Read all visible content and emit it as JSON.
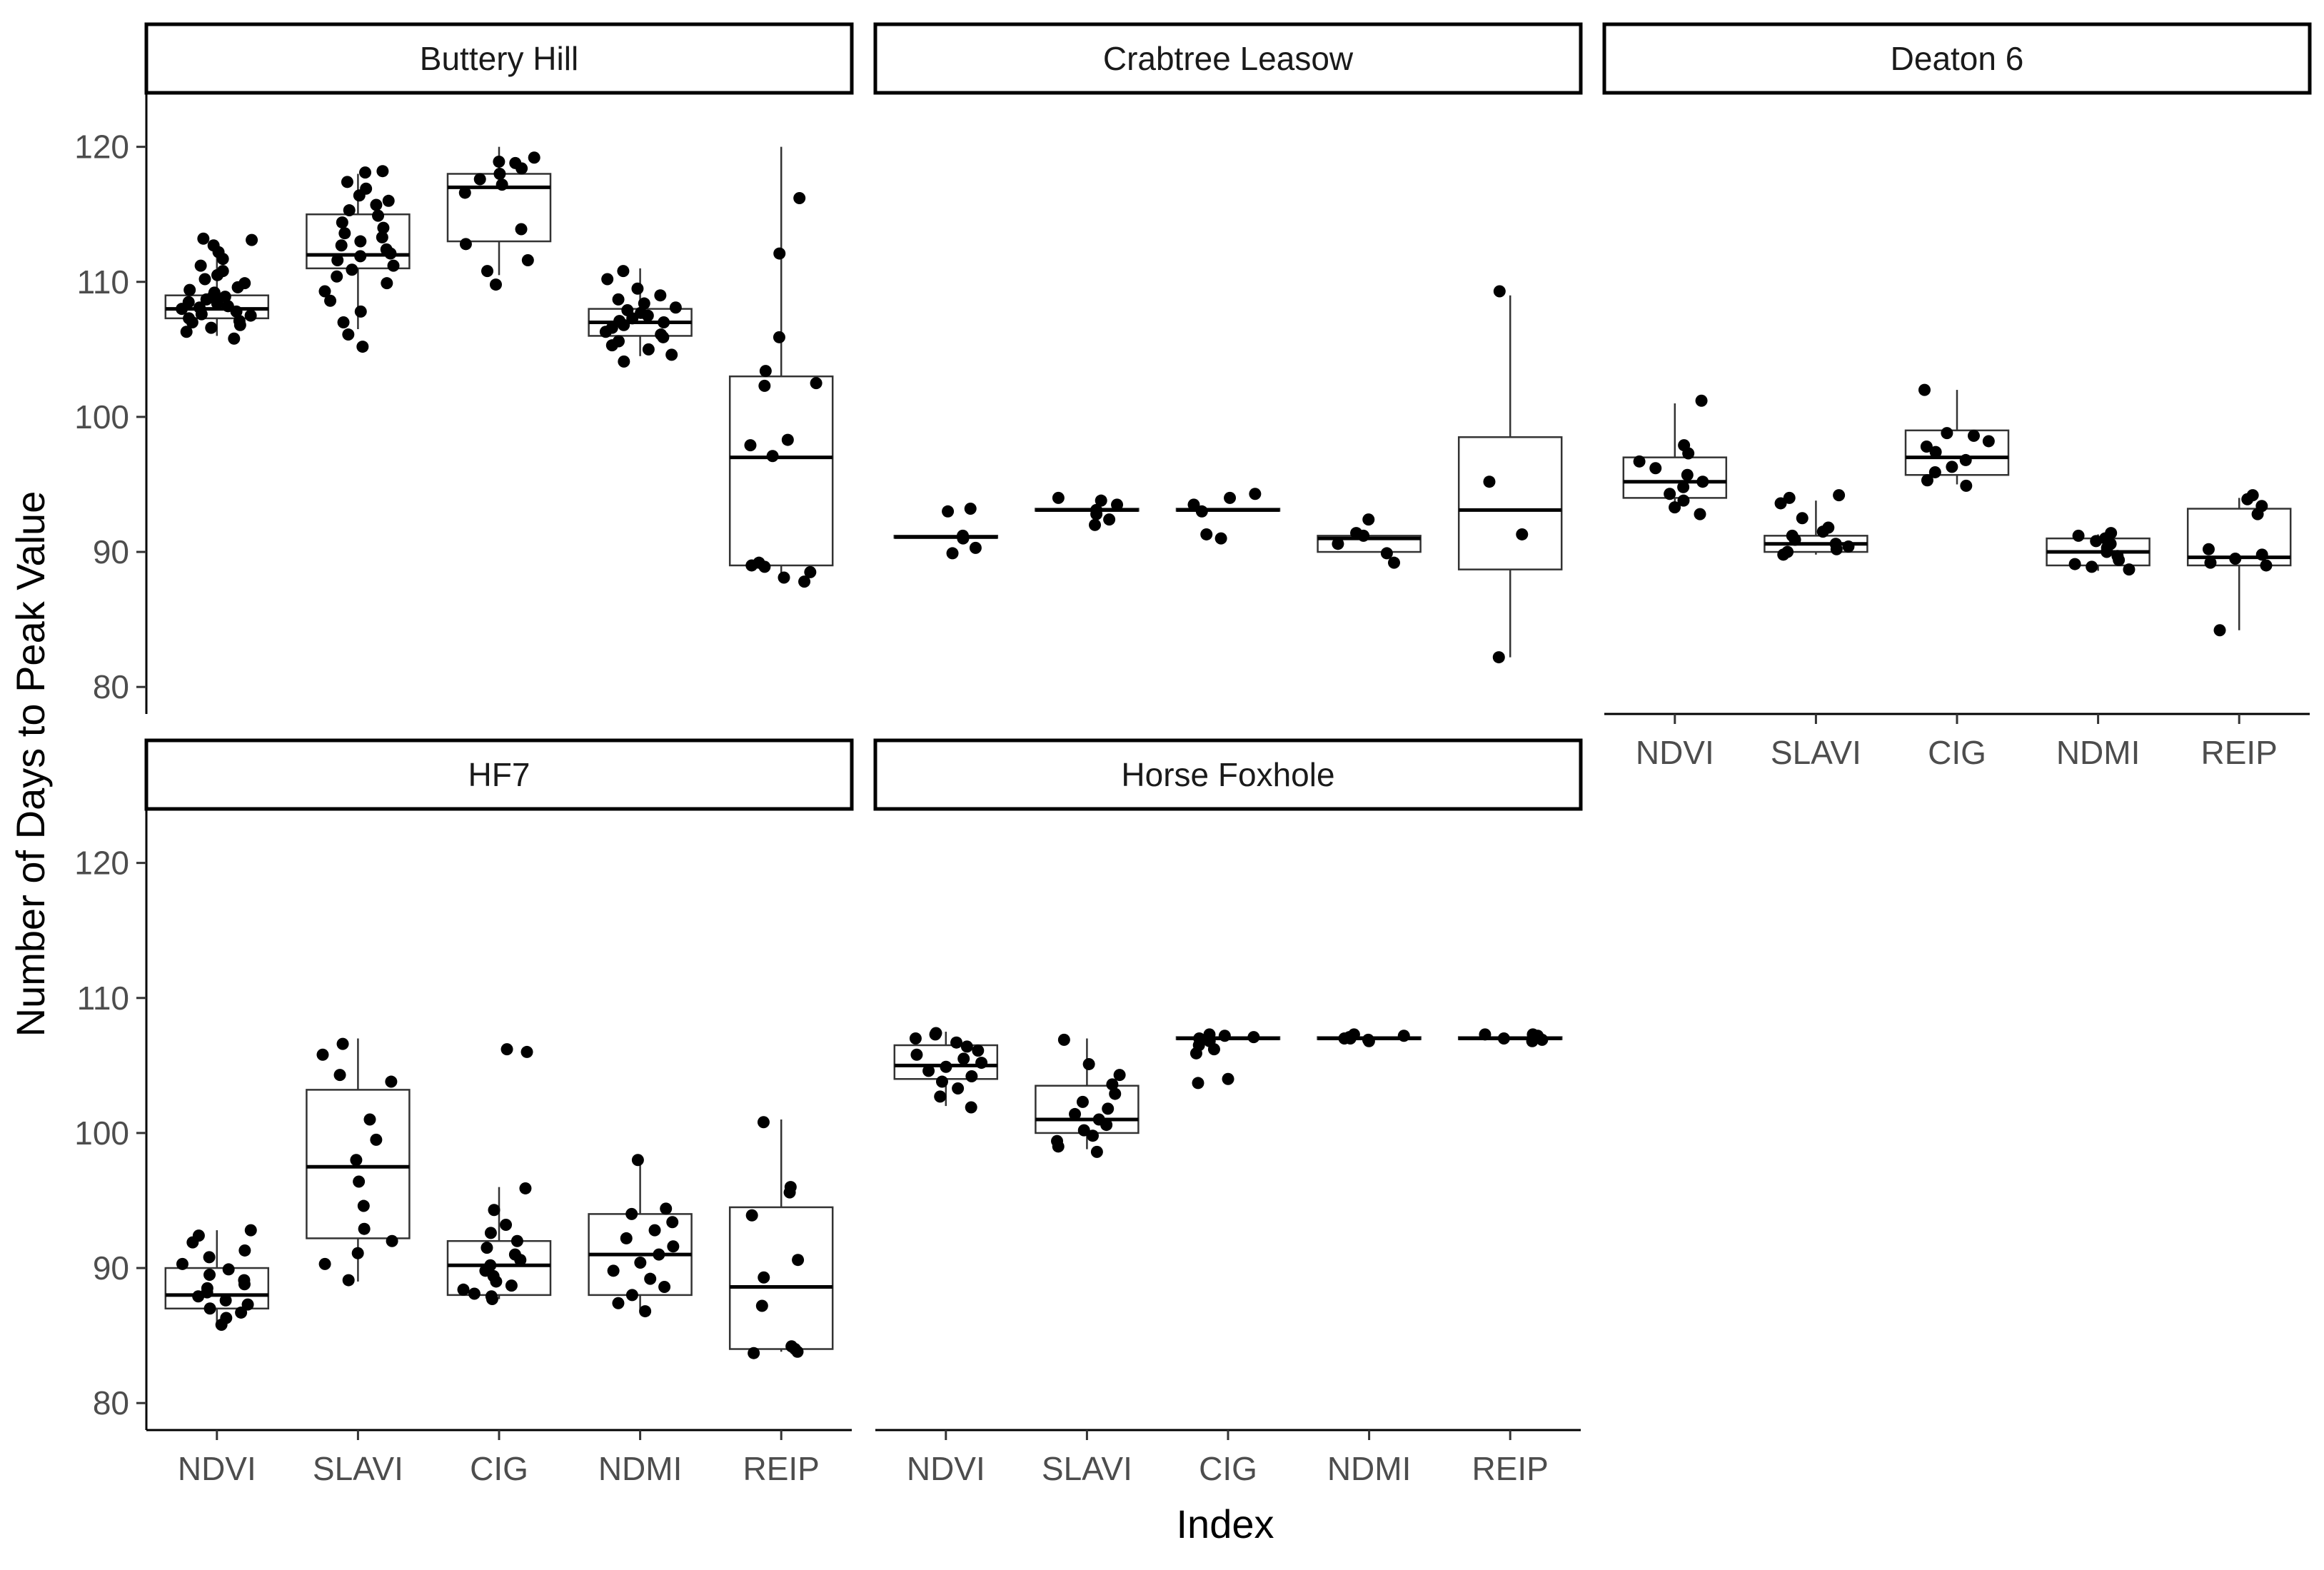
{
  "chart_data": {
    "type": "box",
    "ylabel": "Number of Days to Peak Value",
    "xlabel": "Index",
    "categories": [
      "NDVI",
      "SLAVI",
      "CIG",
      "NDMI",
      "REIP"
    ],
    "ylim": [
      78,
      124
    ],
    "yticks": [
      80,
      90,
      100,
      110,
      120
    ],
    "grid": false,
    "facets": [
      {
        "name": "Buttery Hill",
        "boxes": [
          {
            "category": "NDVI",
            "q1": 107.3,
            "median": 108.0,
            "q3": 109.0,
            "whisker_low": 106.0,
            "whisker_high": 113.0,
            "points": [
              105.8,
              106.3,
              106.6,
              106.8,
              107.0,
              107.1,
              107.3,
              107.5,
              107.6,
              107.8,
              108.0,
              108.1,
              108.2,
              108.4,
              108.5,
              108.7,
              108.9,
              109.0,
              109.2,
              109.4,
              109.6,
              109.9,
              110.2,
              110.5,
              110.8,
              111.2,
              111.7,
              112.2,
              112.7,
              113.2,
              113.1
            ]
          },
          {
            "category": "SLAVI",
            "q1": 111.0,
            "median": 112.0,
            "q3": 115.0,
            "whisker_low": 106.5,
            "whisker_high": 118.0,
            "points": [
              105.2,
              106.1,
              107.0,
              107.8,
              108.6,
              109.3,
              109.9,
              110.4,
              110.9,
              111.2,
              111.6,
              111.9,
              112.1,
              112.4,
              112.7,
              113.0,
              113.3,
              113.6,
              114.0,
              114.4,
              114.9,
              115.3,
              115.7,
              116.0,
              116.4,
              116.9,
              117.4,
              118.2,
              118.1
            ]
          },
          {
            "category": "CIG",
            "q1": 113.0,
            "median": 117.0,
            "q3": 118.0,
            "whisker_low": 110.5,
            "whisker_high": 120.0,
            "points": [
              109.8,
              110.8,
              111.6,
              112.8,
              113.9,
              116.6,
              117.2,
              117.6,
              118.0,
              118.4,
              118.8,
              119.2,
              118.9
            ]
          },
          {
            "category": "NDMI",
            "q1": 106.0,
            "median": 107.0,
            "q3": 108.0,
            "whisker_low": 104.5,
            "whisker_high": 111.0,
            "points": [
              104.1,
              104.6,
              105.0,
              105.3,
              105.6,
              105.9,
              106.1,
              106.3,
              106.6,
              106.8,
              107.0,
              107.1,
              107.3,
              107.5,
              107.7,
              107.9,
              108.1,
              108.4,
              108.7,
              109.0,
              109.5,
              110.2,
              110.8
            ]
          },
          {
            "category": "REIP",
            "q1": 89.0,
            "median": 97.0,
            "q3": 103.0,
            "whisker_low": 88.0,
            "whisker_high": 120.0,
            "points": [
              87.8,
              88.1,
              88.5,
              88.9,
              89.2,
              89.0,
              97.1,
              97.9,
              98.3,
              102.3,
              102.5,
              103.4,
              105.9,
              112.1,
              116.2
            ]
          }
        ]
      },
      {
        "name": "Crabtree Leasow",
        "boxes": [
          {
            "category": "NDVI",
            "q1": 91.1,
            "median": 91.1,
            "q3": 91.2,
            "whisker_low": 91.1,
            "whisker_high": 91.2,
            "points": [
              89.9,
              90.3,
              91.0,
              91.2,
              93.0,
              93.2
            ]
          },
          {
            "category": "SLAVI",
            "q1": 93.1,
            "median": 93.1,
            "q3": 93.2,
            "whisker_low": 93.1,
            "whisker_high": 93.2,
            "points": [
              92.0,
              92.4,
              92.8,
              93.1,
              93.5,
              93.8,
              94.0
            ]
          },
          {
            "category": "CIG",
            "q1": 93.1,
            "median": 93.1,
            "q3": 93.2,
            "whisker_low": 93.1,
            "whisker_high": 93.2,
            "points": [
              91.0,
              91.3,
              93.0,
              93.5,
              94.0,
              94.3
            ]
          },
          {
            "category": "NDMI",
            "q1": 90.0,
            "median": 91.0,
            "q3": 91.2,
            "whisker_low": 90.0,
            "whisker_high": 91.2,
            "points": [
              89.2,
              89.9,
              90.6,
              91.2,
              91.4,
              92.4
            ]
          },
          {
            "category": "REIP",
            "q1": 88.7,
            "median": 93.1,
            "q3": 98.5,
            "whisker_low": 82.2,
            "whisker_high": 109.0,
            "points": [
              82.2,
              91.3,
              95.2,
              109.3
            ]
          }
        ]
      },
      {
        "name": "Deaton 6",
        "boxes": [
          {
            "category": "NDVI",
            "q1": 94.0,
            "median": 95.2,
            "q3": 97.0,
            "whisker_low": 93.0,
            "whisker_high": 101.0,
            "points": [
              92.8,
              93.3,
              93.8,
              94.3,
              94.8,
              95.2,
              95.7,
              96.2,
              96.7,
              97.3,
              97.9,
              101.2
            ]
          },
          {
            "category": "SLAVI",
            "q1": 90.0,
            "median": 90.6,
            "q3": 91.2,
            "whisker_low": 89.8,
            "whisker_high": 93.8,
            "points": [
              89.8,
              90.0,
              90.2,
              90.4,
              90.6,
              90.9,
              91.2,
              91.5,
              91.8,
              92.5,
              93.6,
              94.0,
              94.2
            ]
          },
          {
            "category": "CIG",
            "q1": 95.7,
            "median": 97.0,
            "q3": 99.0,
            "whisker_low": 95.0,
            "whisker_high": 102.0,
            "points": [
              94.9,
              95.3,
              95.9,
              96.3,
              96.8,
              97.4,
              97.8,
              98.2,
              98.6,
              98.8,
              102.0
            ]
          },
          {
            "category": "NDMI",
            "q1": 89.0,
            "median": 90.0,
            "q3": 91.0,
            "whisker_low": 88.6,
            "whisker_high": 91.3,
            "points": [
              88.7,
              88.9,
              89.1,
              89.4,
              89.7,
              90.0,
              90.3,
              90.6,
              90.8,
              91.0,
              91.2,
              91.4
            ]
          },
          {
            "category": "REIP",
            "q1": 89.0,
            "median": 89.6,
            "q3": 93.2,
            "whisker_low": 84.2,
            "whisker_high": 94.0,
            "points": [
              84.2,
              89.0,
              89.2,
              89.5,
              89.8,
              90.2,
              92.8,
              93.4,
              93.9,
              94.2
            ]
          }
        ]
      },
      {
        "name": "HF7",
        "boxes": [
          {
            "category": "NDVI",
            "q1": 87.0,
            "median": 88.0,
            "q3": 90.0,
            "whisker_low": 85.8,
            "whisker_high": 92.8,
            "points": [
              85.8,
              86.3,
              86.7,
              87.0,
              87.3,
              87.6,
              87.9,
              88.2,
              88.5,
              88.8,
              89.1,
              89.5,
              89.9,
              90.3,
              90.8,
              91.3,
              91.9,
              92.4,
              92.8
            ]
          },
          {
            "category": "SLAVI",
            "q1": 92.2,
            "median": 97.5,
            "q3": 103.2,
            "whisker_low": 89.0,
            "whisker_high": 107.0,
            "points": [
              89.1,
              90.3,
              91.1,
              92.0,
              92.9,
              94.6,
              96.4,
              98.0,
              99.5,
              101.0,
              103.8,
              104.3,
              105.8,
              106.6
            ]
          },
          {
            "category": "CIG",
            "q1": 88.0,
            "median": 90.2,
            "q3": 92.0,
            "whisker_low": 87.7,
            "whisker_high": 96.0,
            "points": [
              87.7,
              87.9,
              88.1,
              88.4,
              88.7,
              89.0,
              89.4,
              89.8,
              90.2,
              90.6,
              91.0,
              91.5,
              92.0,
              92.6,
              93.2,
              94.3,
              95.9,
              106.0,
              106.2
            ]
          },
          {
            "category": "NDMI",
            "q1": 88.0,
            "median": 91.0,
            "q3": 94.0,
            "whisker_low": 86.8,
            "whisker_high": 98.0,
            "points": [
              86.8,
              87.4,
              88.0,
              88.6,
              89.2,
              89.8,
              90.4,
              91.0,
              91.6,
              92.2,
              92.8,
              93.4,
              94.0,
              94.4,
              98.0
            ]
          },
          {
            "category": "REIP",
            "q1": 84.0,
            "median": 88.6,
            "q3": 94.5,
            "whisker_low": 83.8,
            "whisker_high": 101.0,
            "points": [
              83.7,
              83.8,
              84.0,
              84.2,
              87.2,
              89.3,
              90.6,
              93.9,
              95.6,
              96.0,
              100.8
            ]
          }
        ]
      },
      {
        "name": "Horse Foxhole",
        "boxes": [
          {
            "category": "NDVI",
            "q1": 104.0,
            "median": 105.0,
            "q3": 106.5,
            "whisker_low": 102.0,
            "whisker_high": 107.5,
            "points": [
              101.9,
              102.7,
              103.3,
              103.8,
              104.2,
              104.6,
              104.9,
              105.2,
              105.5,
              105.8,
              106.1,
              106.4,
              106.7,
              107.0,
              107.3,
              107.4
            ]
          },
          {
            "category": "SLAVI",
            "q1": 100.0,
            "median": 101.0,
            "q3": 103.5,
            "whisker_low": 98.8,
            "whisker_high": 107.0,
            "points": [
              98.6,
              99.0,
              99.4,
              99.8,
              100.2,
              100.6,
              101.0,
              101.4,
              101.8,
              102.3,
              102.9,
              103.6,
              104.3,
              105.1,
              106.9
            ]
          },
          {
            "category": "CIG",
            "q1": 107.0,
            "median": 107.0,
            "q3": 107.1,
            "whisker_low": 107.0,
            "whisker_high": 107.1,
            "points": [
              103.7,
              104.0,
              105.9,
              106.2,
              106.5,
              106.8,
              107.0,
              107.1,
              107.2,
              107.3
            ]
          },
          {
            "category": "NDMI",
            "q1": 107.0,
            "median": 107.0,
            "q3": 107.1,
            "whisker_low": 107.0,
            "whisker_high": 107.1,
            "points": [
              106.8,
              106.9,
              107.0,
              107.0,
              107.1,
              107.2,
              107.3
            ]
          },
          {
            "category": "REIP",
            "q1": 107.0,
            "median": 107.0,
            "q3": 107.1,
            "whisker_low": 107.0,
            "whisker_high": 107.1,
            "points": [
              106.8,
              106.9,
              107.0,
              107.1,
              107.2,
              107.3,
              107.3
            ]
          }
        ]
      }
    ]
  }
}
